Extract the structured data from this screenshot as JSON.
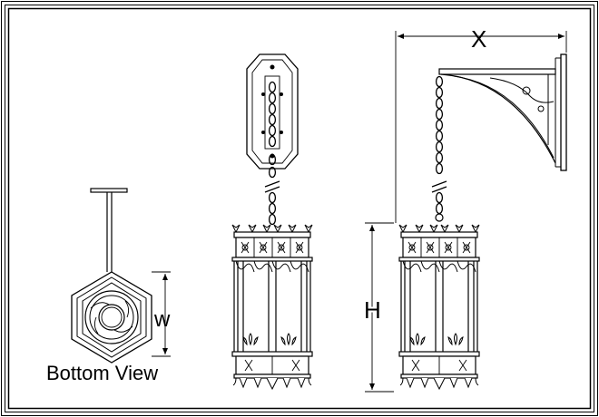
{
  "labels": {
    "bottom_view": "Bottom View",
    "width": "w",
    "height": "H",
    "extension": "X"
  },
  "colors": {
    "line": "#000000",
    "background": "#ffffff"
  }
}
